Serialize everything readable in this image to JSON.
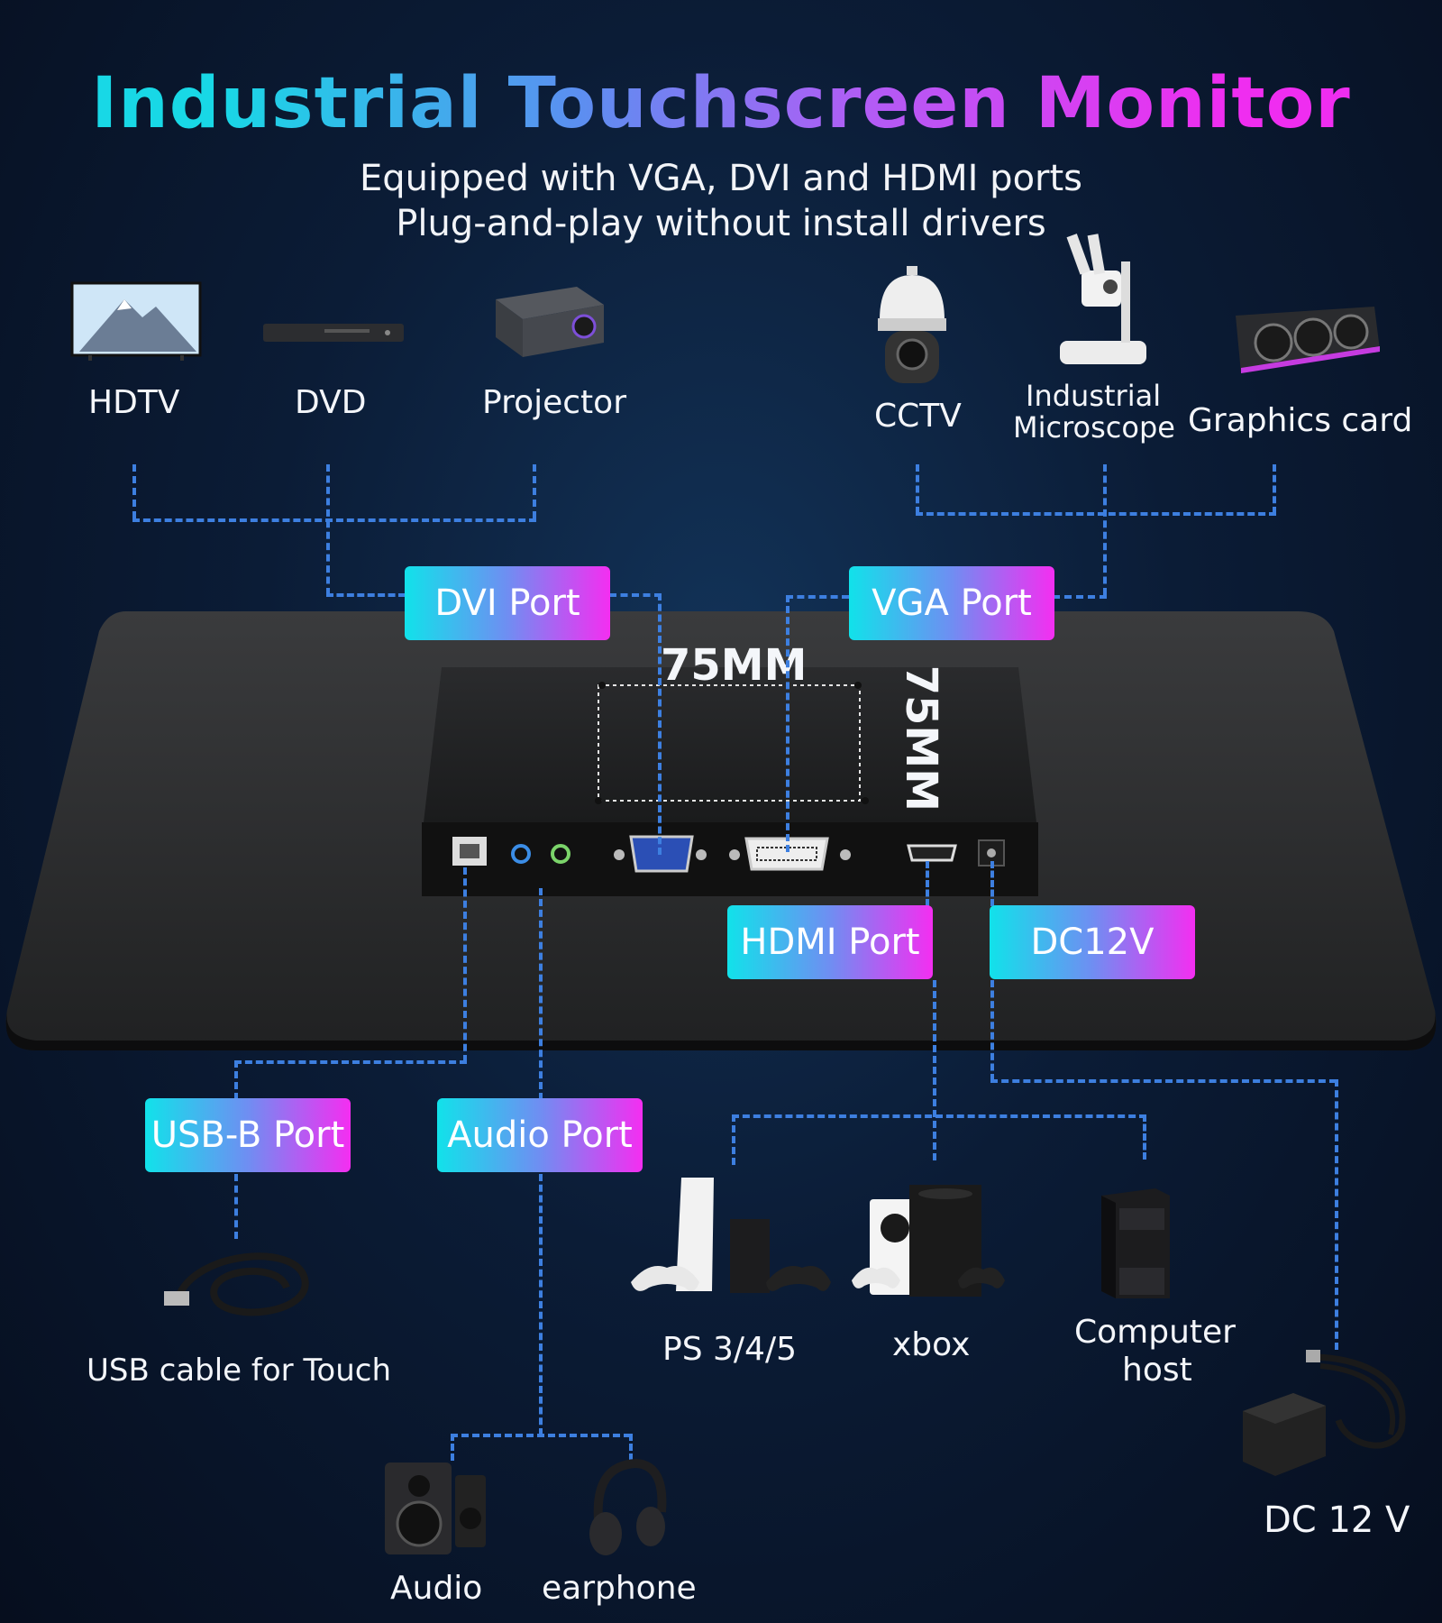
{
  "title": "Industrial Touchscreen Monitor",
  "subtitle_line1": "Equipped with VGA, DVI and HDMI ports",
  "subtitle_line2": "Plug-and-play without install drivers",
  "devices": {
    "hdtv": "HDTV",
    "dvd": "DVD",
    "projector": "Projector",
    "cctv": "CCTV",
    "microscope_line1": "Industrial",
    "microscope_line2": "Microscope",
    "graphics_card": "Graphics card",
    "usb_cable": "USB cable for Touch",
    "ps": "PS 3/4/5",
    "xbox": "xbox",
    "computer_line1": "Computer",
    "computer_line2": "host",
    "audio": "Audio",
    "earphone": "earphone",
    "dc_adapter": "DC 12 V"
  },
  "ports": {
    "dvi": "DVI Port",
    "vga": "VGA Port",
    "hdmi": "HDMI Port",
    "dc": "DC12V",
    "usb_b": "USB-B Port",
    "audio": "Audio Port"
  },
  "vesa": {
    "width": "75MM",
    "height": "75MM"
  },
  "colors": {
    "accent_cyan": "#11e2ea",
    "accent_magenta": "#f42ef1",
    "connector_line": "#3d7fe0",
    "background": "#0b1c36"
  }
}
